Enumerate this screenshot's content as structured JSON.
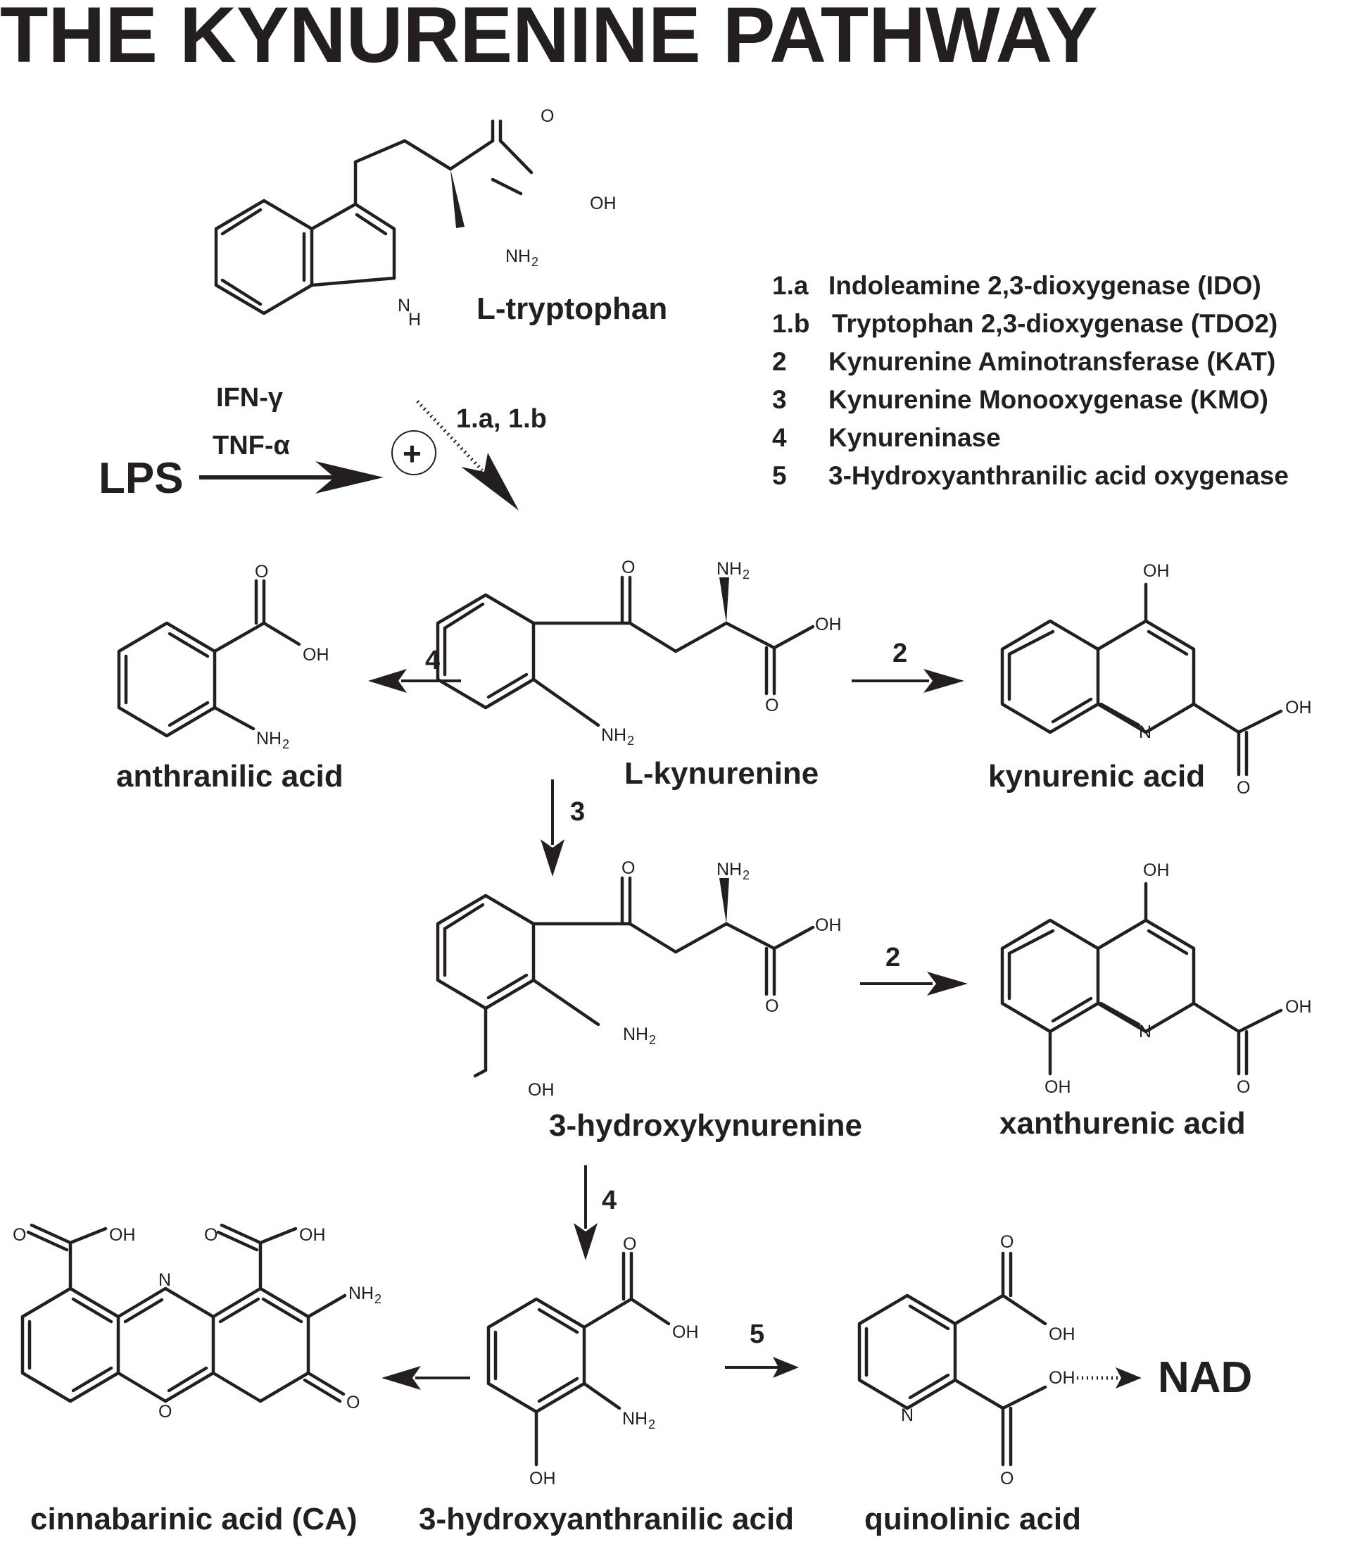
{
  "title": "THE KYNURENINE PATHWAY",
  "stimuli": {
    "lps": "LPS",
    "ifn": "IFN-γ",
    "tnf": "TNF-α",
    "plus": "+",
    "step_1": "1.a, 1.b"
  },
  "legend": [
    {
      "num": "1.a",
      "enzyme": "Indoleamine 2,3-dioxygenase (IDO)"
    },
    {
      "num": "1.b",
      "enzyme": "Tryptophan 2,3-dioxygenase (TDO2)"
    },
    {
      "num": "2",
      "enzyme": "Kynurenine Aminotransferase (KAT)"
    },
    {
      "num": "3",
      "enzyme": "Kynurenine Monooxygenase (KMO)"
    },
    {
      "num": "4",
      "enzyme": "Kynureninase"
    },
    {
      "num": "5",
      "enzyme": "3-Hydroxyanthranilic acid oxygenase"
    }
  ],
  "compounds": {
    "tryptophan": "L-tryptophan",
    "kynurenine": "L-kynurenine",
    "anthranilic": "anthranilic acid",
    "kynurenic": "kynurenic acid",
    "hydroxykynurenine": "3-hydroxykynurenine",
    "xanthurenic": "xanthurenic acid",
    "cinnabarinic": "cinnabarinic acid (CA)",
    "hydroxyanthranilic": "3-hydroxyanthranilic acid",
    "quinolinic": "quinolinic acid",
    "nad": "NAD"
  },
  "step_labels": {
    "kyn_to_anthranilic": "4",
    "kyn_to_kynurenic": "2",
    "kyn_to_3hk": "3",
    "hk_to_xanthurenic": "2",
    "hk_to_3haa": "4",
    "haa_to_quinolinic": "5"
  },
  "atoms": {
    "o": "O",
    "oh": "OH",
    "nh2": "NH2",
    "nh2_base": "NH",
    "nh2_sub": "2",
    "n": "N",
    "h": "H"
  }
}
